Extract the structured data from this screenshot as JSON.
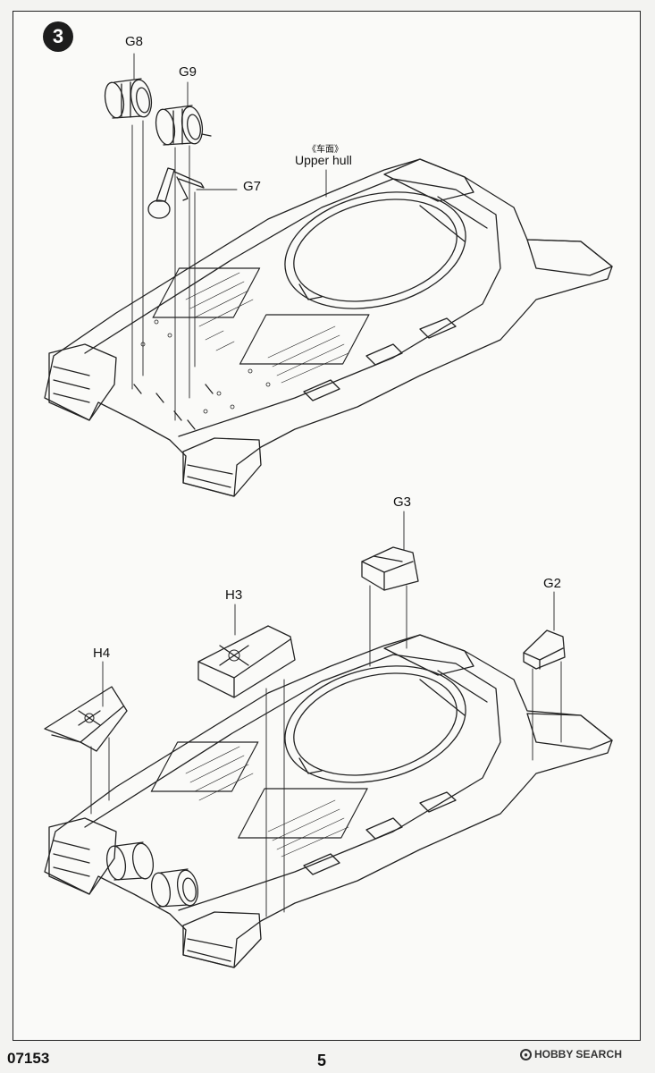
{
  "step": {
    "number": "3"
  },
  "parts": {
    "g8": "G8",
    "g9": "G9",
    "g7": "G7",
    "g3": "G3",
    "g2": "G2",
    "h3": "H3",
    "h4": "H4"
  },
  "upper_hull": {
    "label_cn": "《车面》",
    "label_en": "Upper hull"
  },
  "footer": {
    "product_code": "07153",
    "page_number": "5",
    "watermark_brand_a": "HOBBY",
    "watermark_brand_b": "SEARCH"
  },
  "colors": {
    "ink": "#222222",
    "paper": "#fafaf8",
    "badge": "#1d1d1d"
  }
}
